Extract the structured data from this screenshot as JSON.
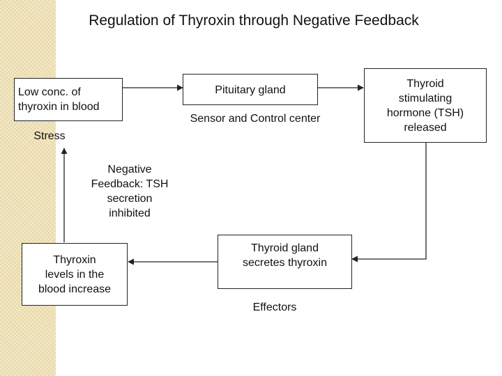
{
  "title": "Regulation of Thyroxin through Negative Feedback",
  "nodes": {
    "low_conc": "Low conc. of\nthyroxin in blood",
    "pituitary": "Pituitary gland",
    "tsh_released": "Thyroid\nstimulating\nhormone (TSH)\nreleased",
    "thyroid_gland": "Thyroid gland\nsecretes thyroxin",
    "thyroxin_levels": "Thyroxin\nlevels in the\nblood increase"
  },
  "labels": {
    "sensor": "Sensor and Control center",
    "stress": "Stress",
    "negative_feedback": "Negative\nFeedback:  TSH\nsecretion\ninhibited",
    "effectors": "Effectors"
  },
  "colors": {
    "stripe": "#efe2b8",
    "line": "#222222"
  }
}
